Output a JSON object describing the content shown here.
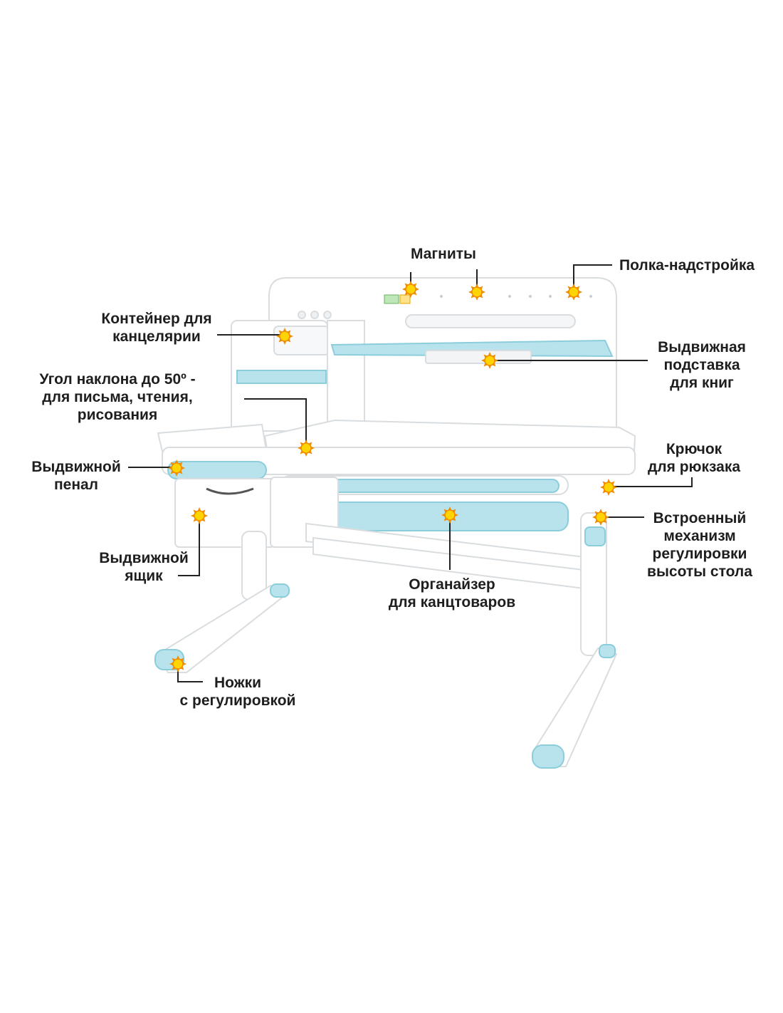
{
  "colors": {
    "accent_blue": "#b8e3ec",
    "accent_blue_dark": "#8ccddc",
    "marker_fill": "#ffd400",
    "marker_ring": "#f08c00",
    "leader_line": "#222222",
    "desk_outline": "#d9dde0",
    "desk_fill": "#ffffff"
  },
  "marker_icon": "sun-marker-icon",
  "callouts": {
    "magnets": {
      "lines": [
        "Магниты"
      ]
    },
    "hutch_shelf": {
      "lines": [
        "Полка-надстройка"
      ]
    },
    "stationery_container": {
      "lines": [
        "Контейнер для",
        "канцелярии"
      ]
    },
    "book_stand": {
      "lines": [
        "Выдвижная",
        "подставка",
        "для книг"
      ]
    },
    "tilt_angle": {
      "lines": [
        "Угол наклона до 50º -",
        "для письма, чтения,",
        "рисования"
      ]
    },
    "backpack_hook": {
      "lines": [
        "Крючок",
        "для рюкзака"
      ]
    },
    "pencil_tray": {
      "lines": [
        "Выдвижной",
        "пенал"
      ]
    },
    "height_mechanism": {
      "lines": [
        "Встроенный",
        "механизм",
        "регулировки",
        "высоты стола"
      ]
    },
    "drawer": {
      "lines": [
        "Выдвижной",
        "ящик"
      ]
    },
    "organizer": {
      "lines": [
        "Органайзер",
        "для канцтоваров"
      ]
    },
    "legs": {
      "lines": [
        "Ножки",
        "с регулировкой"
      ]
    }
  }
}
